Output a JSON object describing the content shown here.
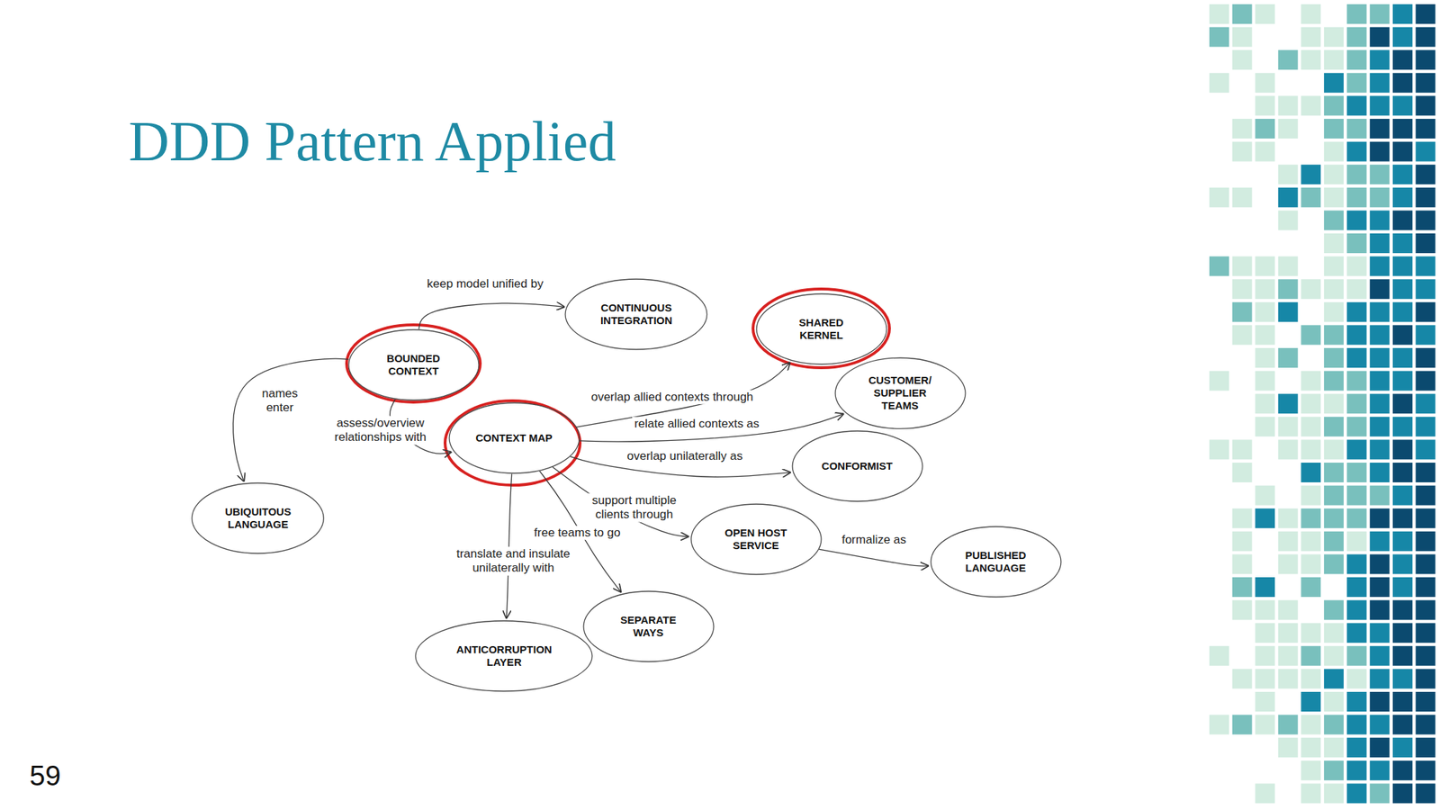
{
  "diagram": {
    "title": "DDD Pattern Applied",
    "nodes": [
      {
        "text": [
          "BOUNDED CONTEXT"
        ]
      },
      {
        "text": [
          "CONTINUOUS INTEGRATION"
        ]
      },
      {
        "text": [
          "SHARED KERNEL"
        ]
      },
      {
        "text": [
          "CUSTOMER/ SUPPLIER TEAMS"
        ]
      },
      {
        "text": [
          "UBIQUITOUS LANGUAGE"
        ]
      },
      {
        "text": [
          "CONTEXT MAP"
        ]
      },
      {
        "text": [
          "CONFORMIST"
        ]
      },
      {
        "text": [
          "OPEN HOST SERVICE"
        ]
      },
      {
        "text": [
          "PUBLISHED LANGUAGE"
        ]
      },
      {
        "text": [
          "SEPARATE WAYS"
        ]
      },
      {
        "text": [
          "ANTICORRUPTION LAYER"
        ]
      }
    ],
    "edges": [
      {
        "from": 0,
        "to": 1,
        "label": "keep model unified by",
        "arrow": "to"
      },
      {
        "from": 0,
        "to": 4,
        "label": "names enter",
        "arrow": "to"
      },
      {
        "from": 0,
        "to": 5,
        "label": "assess/overview relationships with",
        "arrow": "to"
      },
      {
        "from": 5,
        "to": 2,
        "label": "overlap allied contexts through",
        "arrow": "to"
      },
      {
        "from": 5,
        "to": 3,
        "label": "relate allied contexts as",
        "arrow": "to"
      },
      {
        "from": 5,
        "to": 6,
        "label": "overlap unilaterally as",
        "arrow": "to"
      },
      {
        "from": 5,
        "to": 7,
        "label": "support multiple clients through",
        "arrow": "to"
      },
      {
        "from": 5,
        "to": 9,
        "label": "free teams to go",
        "arrow": "to"
      },
      {
        "from": 5,
        "to": 10,
        "label": "translate and insulate unilaterally with",
        "arrow": "to"
      },
      {
        "from": 7,
        "to": 8,
        "label": "formalize as",
        "arrow": "to"
      }
    ],
    "labels": [
      "59"
    ]
  }
}
